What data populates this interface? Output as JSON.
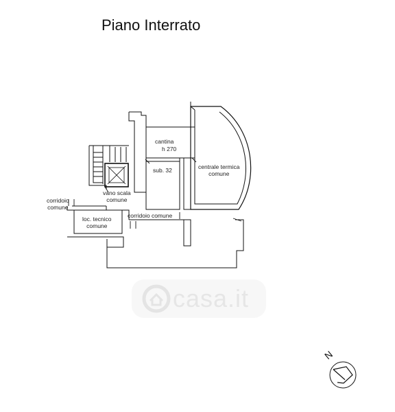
{
  "title": "Piano Interrato",
  "rooms": {
    "cantina": "cantina",
    "cantina_height": "h 270",
    "sub": "sub. 32",
    "centrale_line1": "centrale termica",
    "centrale_line2": "comune",
    "vano_line1": "vano scala",
    "vano_line2": "comune",
    "corridoio_left_line1": "corridoio",
    "corridoio_left_line2": "comune",
    "loc_line1": "loc. tecnico",
    "loc_line2": "comune",
    "corridoio_center": "corridoio comune"
  },
  "watermark": {
    "text": "casa.it",
    "icon": "house-icon"
  },
  "compass": {
    "label": "N",
    "icon": "north-arrow-icon"
  },
  "colors": {
    "line": "#111111",
    "watermark": "#e6e6e6"
  }
}
